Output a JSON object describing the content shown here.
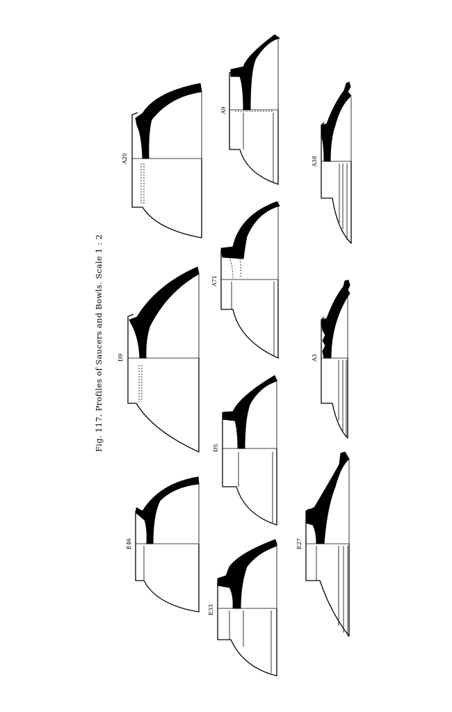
{
  "caption": "Fig. 117.  Profiles of Saucers and Bowls.  Scale 1 : 2",
  "profiles": {
    "a20": "A20",
    "d9": "D9",
    "e46": "E46",
    "a9": "A9",
    "a71": "A71",
    "d5": "D5",
    "e33": "E33",
    "a38": "A38",
    "a3": "A3",
    "e27": "E27"
  }
}
